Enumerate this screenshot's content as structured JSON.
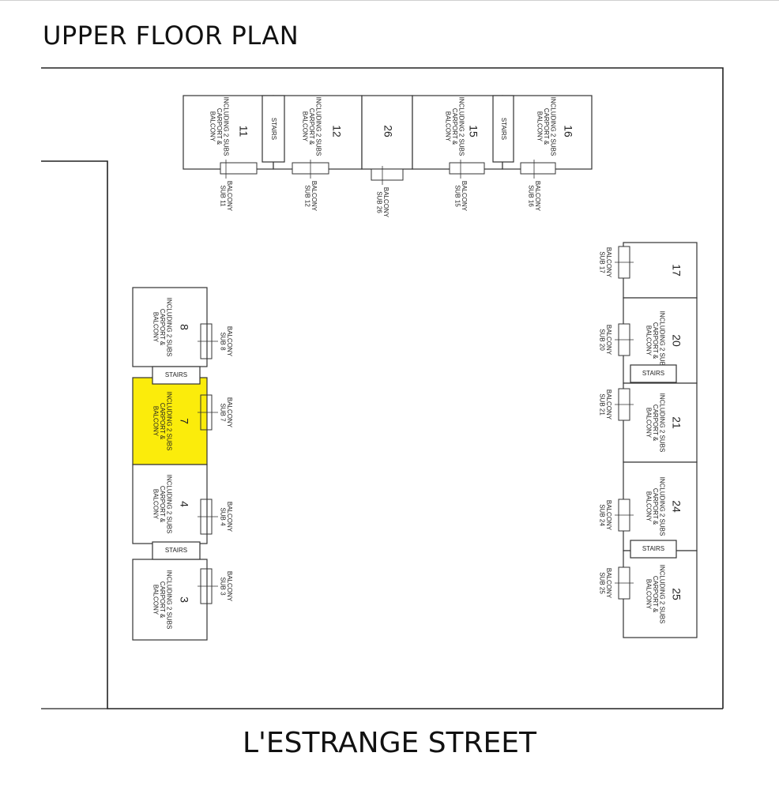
{
  "page": {
    "title": "UPPER FLOOR PLAN",
    "street": "L'ESTRANGE STREET",
    "highlight_color": "#fbec0b"
  },
  "units": [
    {
      "id": "unit-11",
      "number": "11",
      "desc": [
        "INCLUDING 2 SUBS",
        "CARPORT &",
        "BALCONY"
      ],
      "sub": [
        "BALCONY",
        "SUB 11"
      ],
      "highlight": false
    },
    {
      "id": "unit-12",
      "number": "12",
      "desc": [
        "INCLUDING 2 SUBS",
        "CARPORT &",
        "BALCONY"
      ],
      "sub": [
        "BALCONY",
        "SUB 12"
      ],
      "highlight": false
    },
    {
      "id": "unit-26",
      "number": "26",
      "desc": [],
      "sub": [
        "BALCONY",
        "SUB 26"
      ],
      "highlight": false
    },
    {
      "id": "unit-15",
      "number": "15",
      "desc": [
        "INCLUDING 2 SUBS",
        "CARPORT &",
        "BALCONY"
      ],
      "sub": [
        "BALCONY",
        "SUB 15"
      ],
      "highlight": false
    },
    {
      "id": "unit-16",
      "number": "16",
      "desc": [
        "INCLUDING 2 SUBS",
        "CARPORT &",
        "BALCONY"
      ],
      "sub": [
        "BALCONY",
        "SUB 16"
      ],
      "highlight": false
    },
    {
      "id": "unit-8",
      "number": "8",
      "desc": [
        "INCLUDING 2 SUBS",
        "CARPORT &",
        "BALCONY"
      ],
      "sub": [
        "BALCONY",
        "SUB 8"
      ],
      "highlight": false
    },
    {
      "id": "unit-7",
      "number": "7",
      "desc": [
        "INCLUDING 2 SUBS",
        "CARPORT &",
        "BALCONY"
      ],
      "sub": [
        "BALCONY",
        "SUB 7"
      ],
      "highlight": true
    },
    {
      "id": "unit-4",
      "number": "4",
      "desc": [
        "INCLUDING 2 SUBS",
        "CARPORT &",
        "BALCONY"
      ],
      "sub": [
        "BALCONY",
        "SUB 4"
      ],
      "highlight": false
    },
    {
      "id": "unit-3",
      "number": "3",
      "desc": [
        "INCLUDING 2 SUBS",
        "CARPORT &",
        "BALCONY"
      ],
      "sub": [
        "BALCONY",
        "SUB 3"
      ],
      "highlight": false
    },
    {
      "id": "unit-17",
      "number": "17",
      "desc": [],
      "sub": [
        "BALCONY",
        "SUB 17"
      ],
      "highlight": false
    },
    {
      "id": "unit-20",
      "number": "20",
      "desc": [
        "INCLUDING 2 SUBS",
        "CARPORT &",
        "BALCONY"
      ],
      "sub": [
        "BALCONY",
        "SUB 20"
      ],
      "highlight": false
    },
    {
      "id": "unit-21",
      "number": "21",
      "desc": [
        "INCLUDING 2 SUBS",
        "CARPORT &",
        "BALCONY"
      ],
      "sub": [
        "BALCONY",
        "SUB 21"
      ],
      "highlight": false
    },
    {
      "id": "unit-24",
      "number": "24",
      "desc": [
        "INCLUDING 2 SUBS",
        "CARPORT &",
        "BALCONY"
      ],
      "sub": [
        "BALCONY",
        "SUB 24"
      ],
      "highlight": false
    },
    {
      "id": "unit-25",
      "number": "25",
      "desc": [
        "INCLUDING 2 SUBS",
        "CARPORT &",
        "BALCONY"
      ],
      "sub": [
        "BALCONY",
        "SUB 25"
      ],
      "highlight": false
    }
  ],
  "stairs": [
    {
      "id": "stairs-top-1",
      "label": "STAIRS"
    },
    {
      "id": "stairs-top-2",
      "label": "STAIRS"
    },
    {
      "id": "stairs-left-1",
      "label": "STAIRS"
    },
    {
      "id": "stairs-left-2",
      "label": "STAIRS"
    },
    {
      "id": "stairs-right-1",
      "label": "STAIRS"
    },
    {
      "id": "stairs-right-2",
      "label": "STAIRS"
    }
  ]
}
